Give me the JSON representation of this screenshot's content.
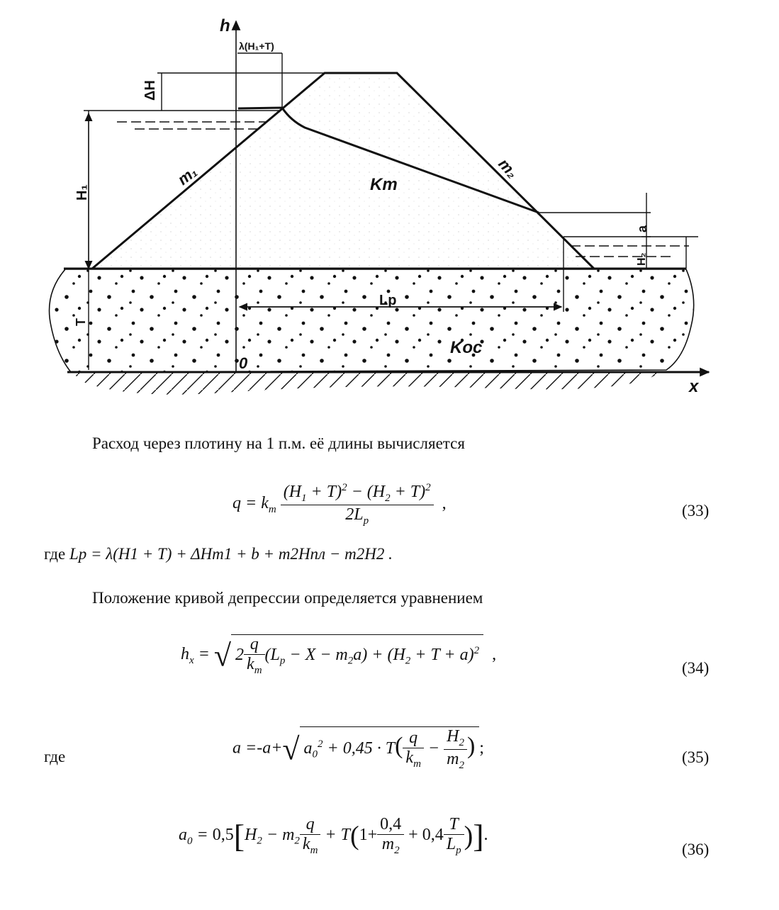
{
  "figure": {
    "axis_h": "h",
    "axis_x": "x",
    "origin": "0",
    "lambda_label": "λ(H₁+T)",
    "dH_label": "ΔH",
    "H1_label": "H₁",
    "T_label": "T",
    "m1_label": "m₁",
    "m2_label": "m₂",
    "Km_label": "Km",
    "a_label": "a",
    "H2_label": "H₂",
    "Lp_label": "Lp",
    "Koc_label": "Koc"
  },
  "text": {
    "p1": "Расход через плотину на 1 п.м. её длины вычисляется",
    "where_lp_prefix": "где ",
    "where_lp": "Lp = λ(H1 + T) + ΔHm1 + b + m2Hпл − m2H2 .",
    "p2": "Положение кривой депрессии определяется уравнением",
    "where": "где"
  },
  "equations": {
    "eq33_lhs": "q = k",
    "eq33_num": "(H1 + T)² − (H2 + T)²",
    "eq33_den": "2Lp",
    "eq33_num_label": "(33)",
    "eq34_num_label": "(34)",
    "eq35_num_label": "(35)",
    "eq36_num_label": "(36)"
  }
}
